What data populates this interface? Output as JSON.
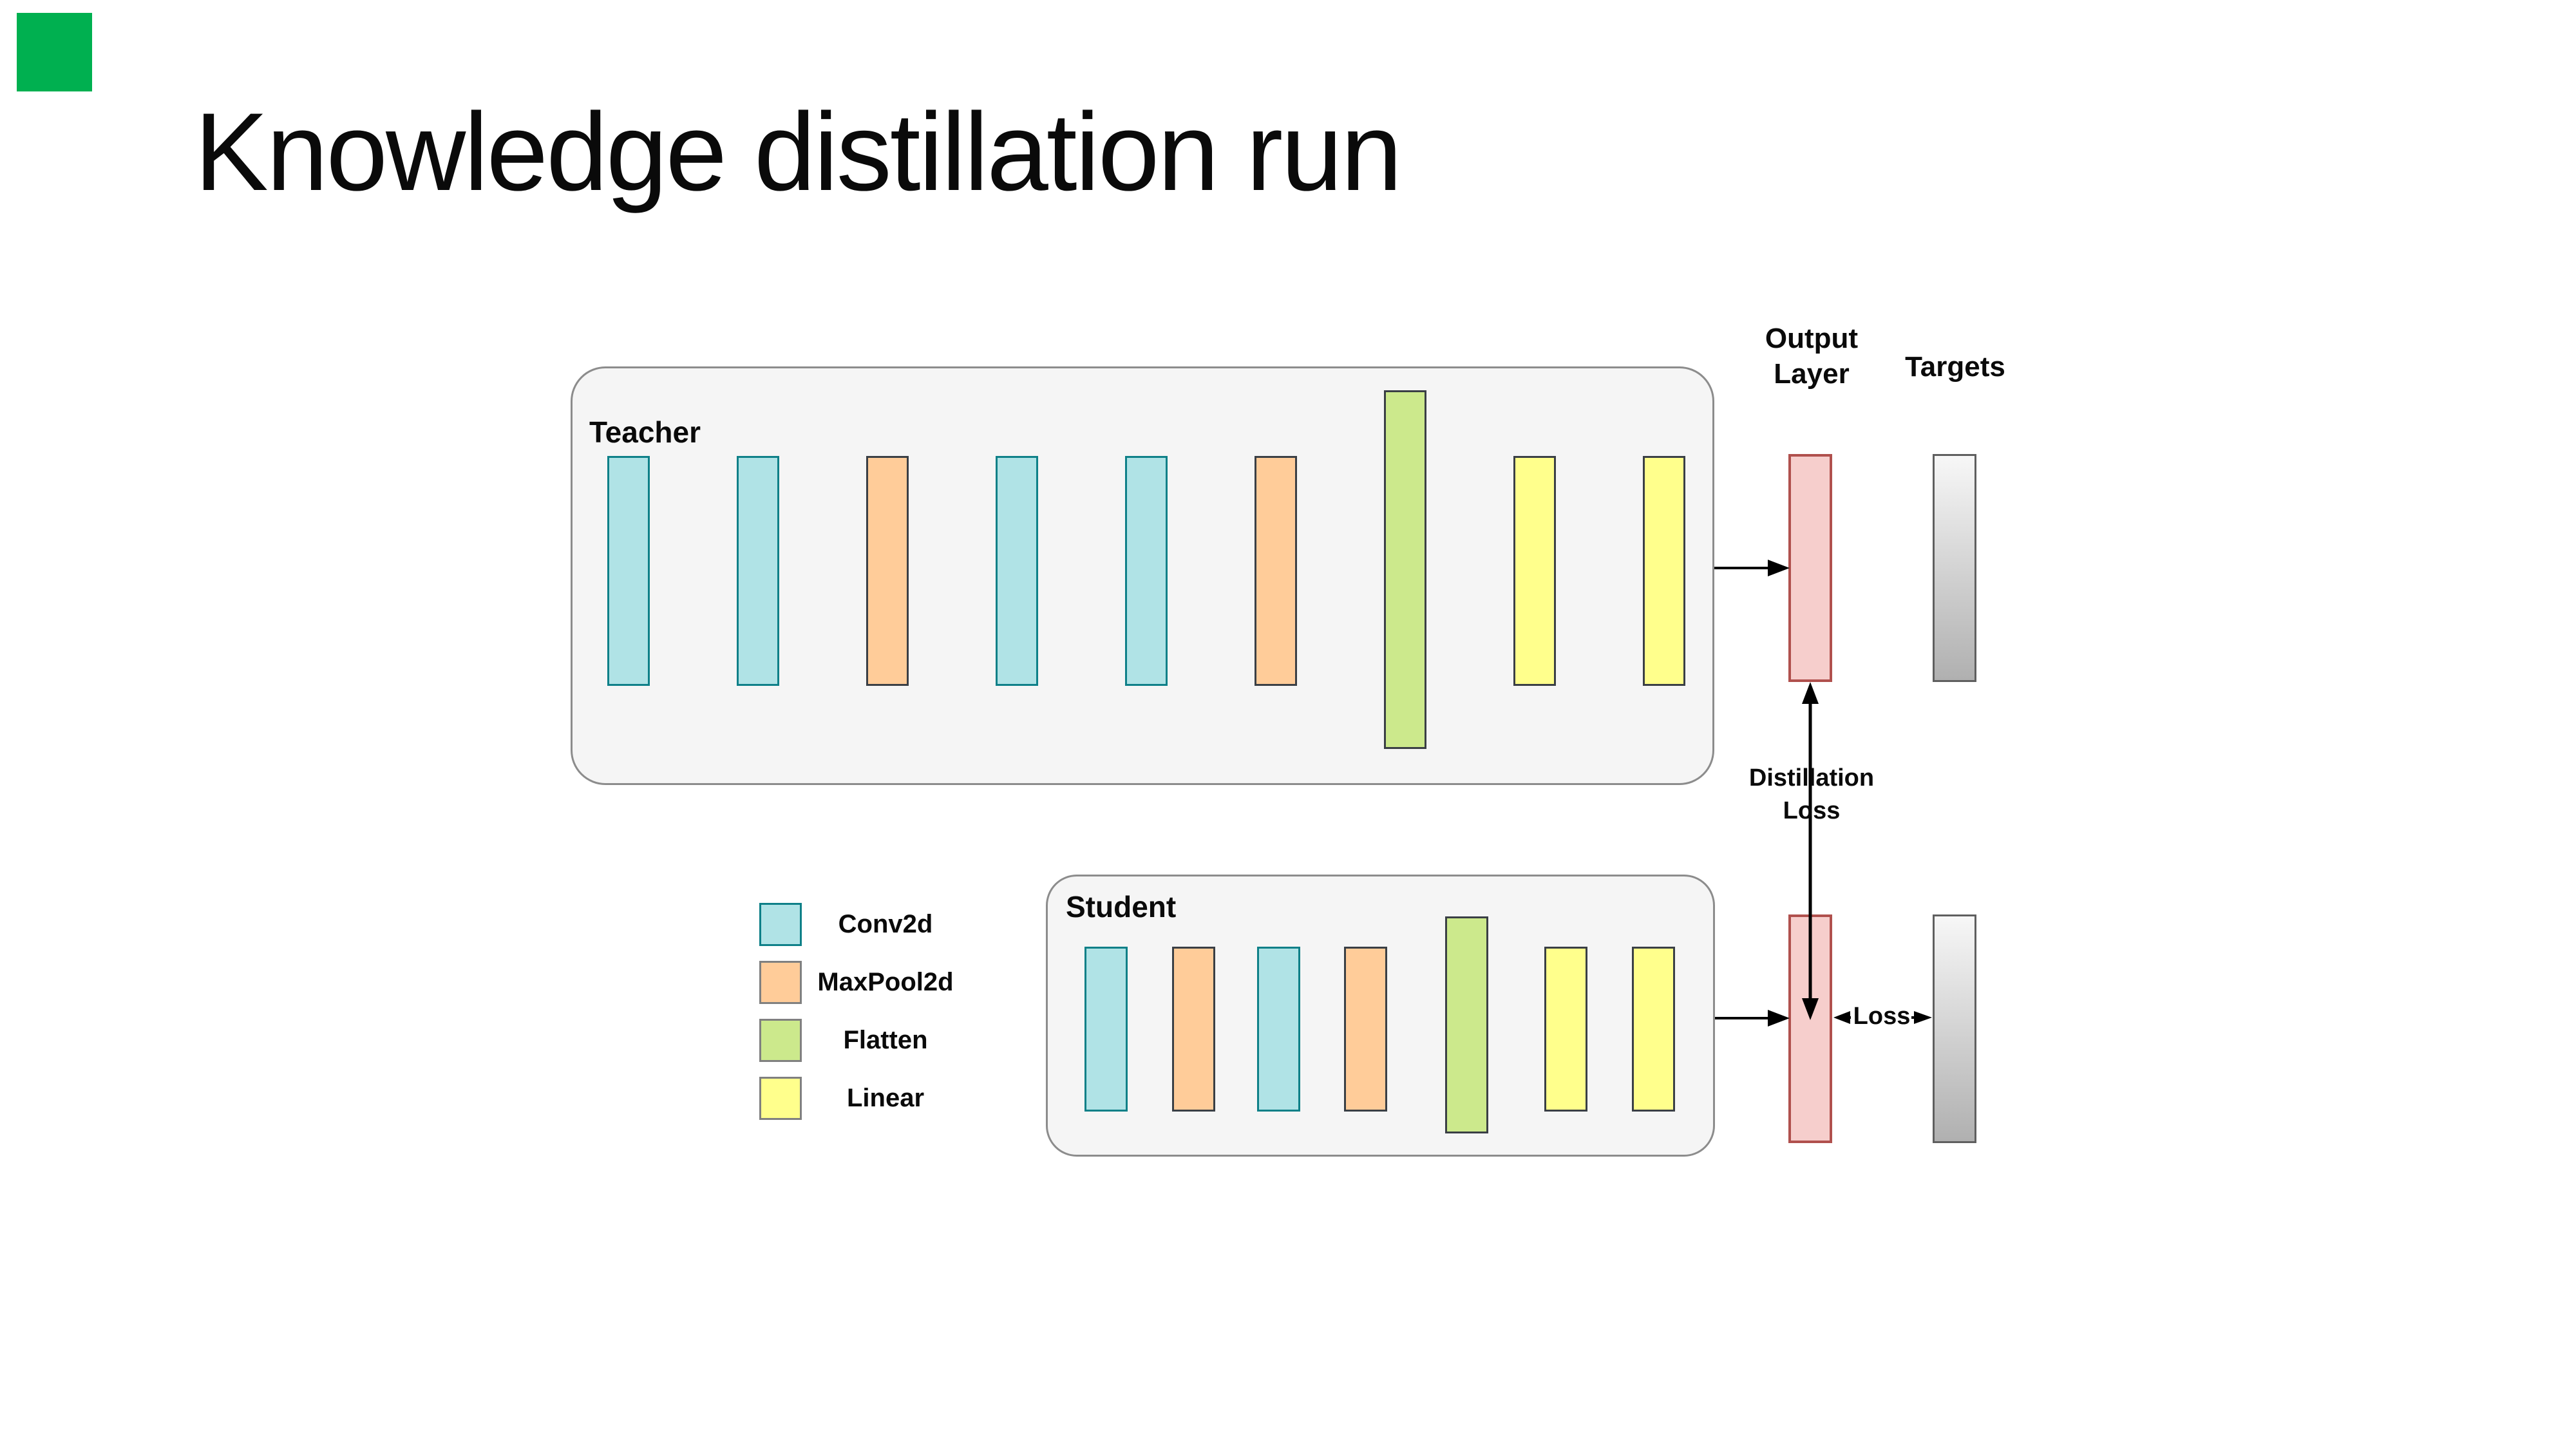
{
  "page": {
    "title": "Knowledge distillation run"
  },
  "palette": {
    "corner_marker": "#00B050",
    "box_fill": "#f5f5f5",
    "box_border": "#8c8c8c",
    "conv_fill": "#b0e3e6",
    "conv_border": "#0e8088",
    "pool_fill": "#ffcc99",
    "pool_border": "#3a3f45",
    "flatten_fill": "#cce98c",
    "flatten_border": "#3a3f45",
    "linear_fill": "#ffff8c",
    "linear_border": "#3a3f45",
    "output_fill": "#f6cecc",
    "output_border": "#b0504d",
    "target_fill_top": "#f7f7f7",
    "target_fill_bottom": "#b0b0b0",
    "target_border": "#5f5f5f",
    "arrow": "#000000"
  },
  "teacher": {
    "label": "Teacher",
    "layers": [
      "conv",
      "conv",
      "pool",
      "conv",
      "conv",
      "pool",
      "flatten",
      "linear",
      "linear"
    ]
  },
  "student": {
    "label": "Student",
    "layers": [
      "conv",
      "pool",
      "conv",
      "pool",
      "flatten",
      "linear",
      "linear"
    ]
  },
  "annotations": {
    "output_layer_line1": "Output",
    "output_layer_line2": "Layer",
    "targets": "Targets",
    "distillation_line1": "Distillation",
    "distillation_line2": "Loss",
    "loss": "Loss"
  },
  "legend": {
    "items": [
      {
        "type": "conv",
        "label": "Conv2d"
      },
      {
        "type": "pool",
        "label": "MaxPool2d"
      },
      {
        "type": "flatten",
        "label": "Flatten"
      },
      {
        "type": "linear",
        "label": "Linear"
      }
    ]
  }
}
